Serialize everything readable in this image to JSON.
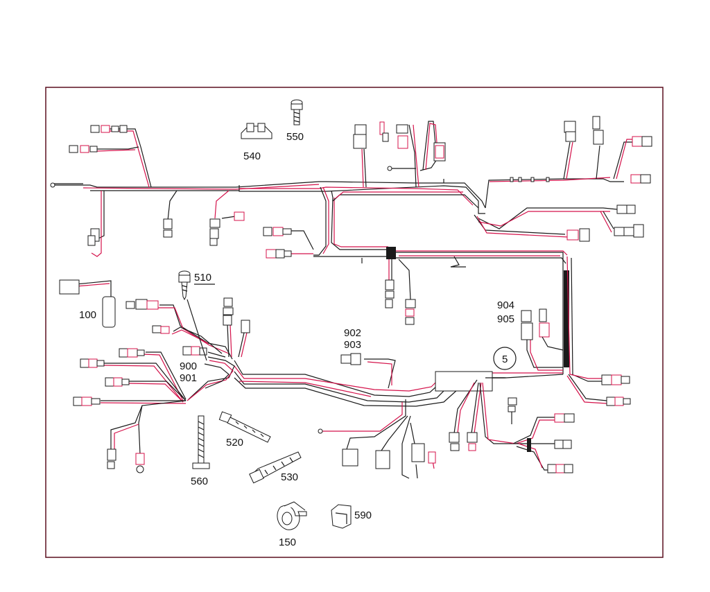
{
  "colors": {
    "frame": "#5a0f1e",
    "wire_black": "#1a1a1a",
    "wire_red": "#d4114a",
    "background": "#ffffff"
  },
  "callouts": {
    "c100": "100",
    "c150": "150",
    "c5": "5",
    "c510": "510",
    "c520": "520",
    "c530": "530",
    "c540": "540",
    "c550": "550",
    "c560": "560",
    "c590": "590",
    "c900": "900",
    "c901": "901",
    "c902": "902",
    "c903": "903",
    "c904": "904",
    "c905": "905"
  }
}
